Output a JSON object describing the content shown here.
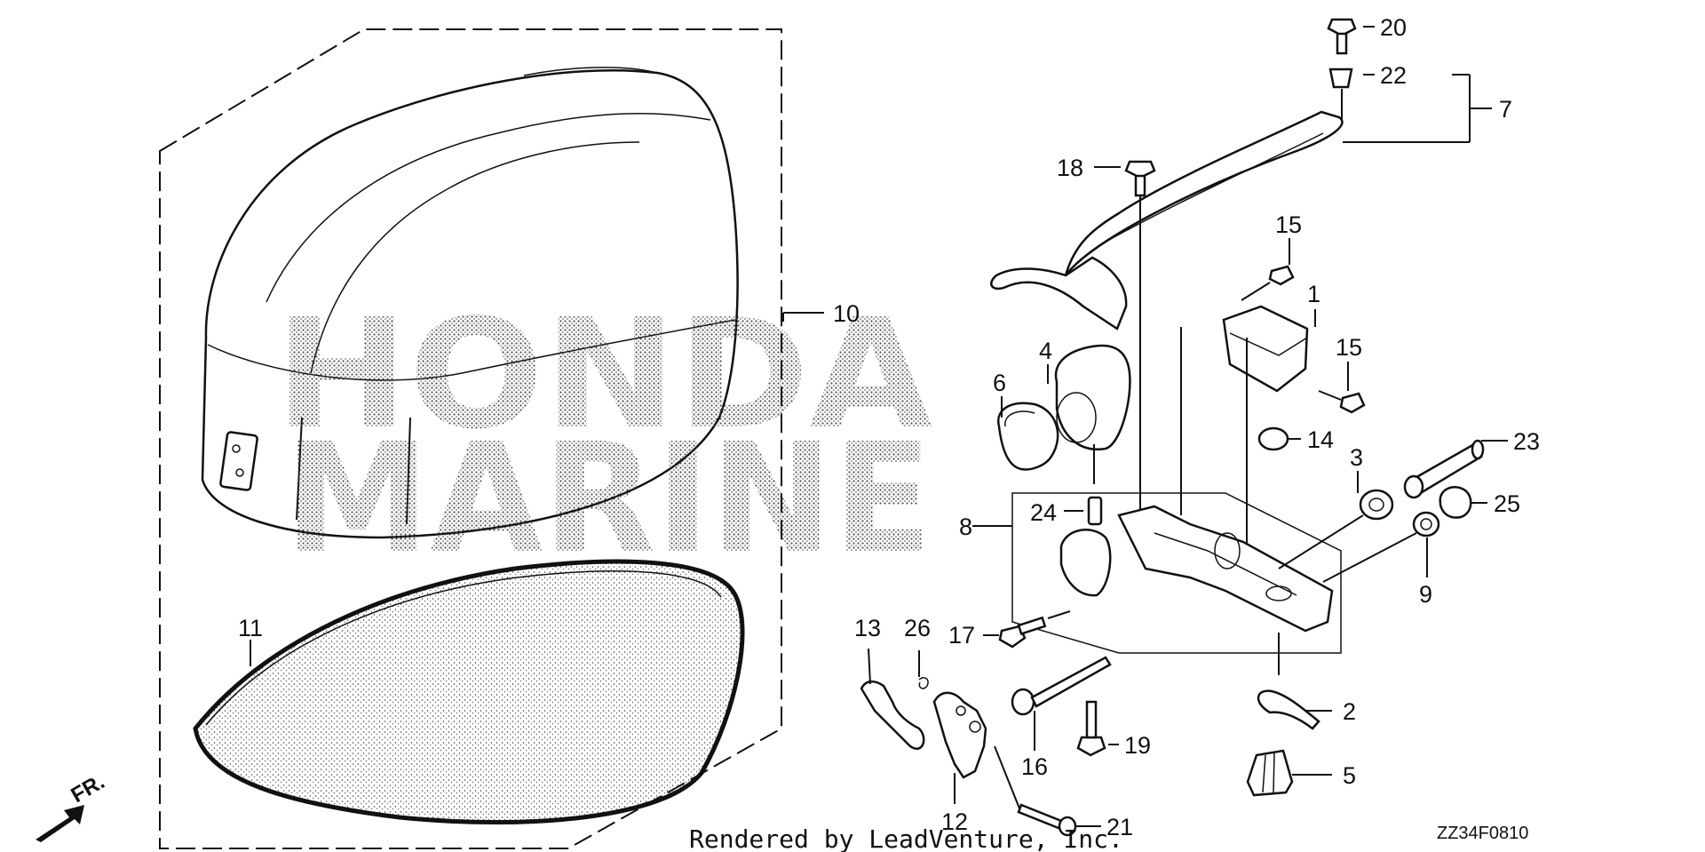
{
  "watermark": {
    "line1": "HONDA",
    "line2": "MARINE"
  },
  "front_marker": "FR.",
  "footer": {
    "rendered_by": "Rendered by LeadVenture, Inc.",
    "diagram_code": "ZZ34F0810"
  },
  "callouts": {
    "p1": "1",
    "p2": "2",
    "p3": "3",
    "p4": "4",
    "p5": "5",
    "p6": "6",
    "p7": "7",
    "p8": "8",
    "p9": "9",
    "p10": "10",
    "p11": "11",
    "p12": "12",
    "p13": "13",
    "p14": "14",
    "p15a": "15",
    "p15b": "15",
    "p16": "16",
    "p17": "17",
    "p18": "18",
    "p19": "19",
    "p20": "20",
    "p21": "21",
    "p22": "22",
    "p23": "23",
    "p24": "24",
    "p25": "25",
    "p26": "26"
  }
}
